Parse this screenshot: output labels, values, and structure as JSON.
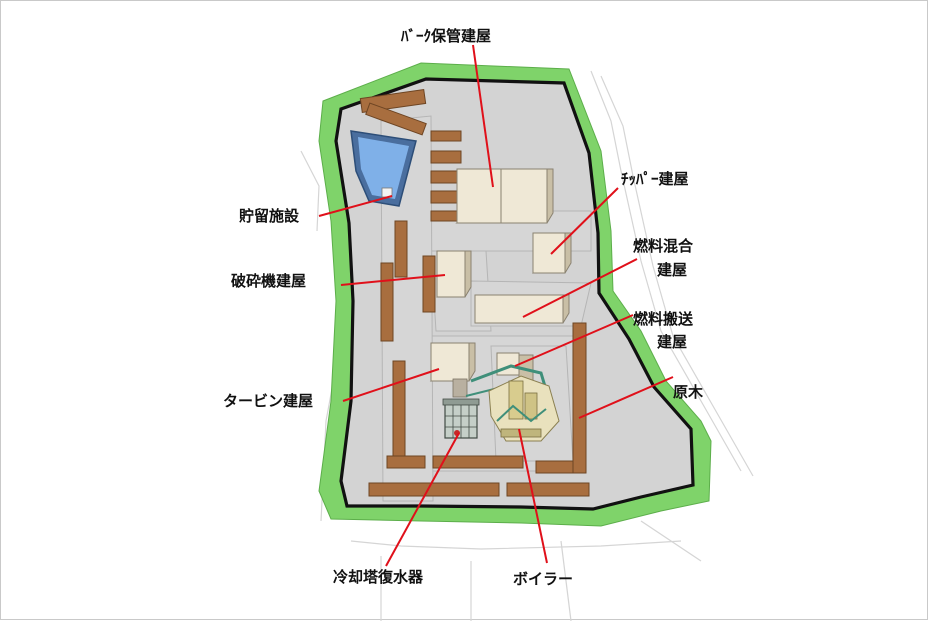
{
  "labels": {
    "bark_storage": "ﾊﾞｰｸ保管建屋",
    "chipper": "ﾁｯﾊﾟｰ建屋",
    "fuel_mixing_1": "燃料混合",
    "fuel_mixing_2": "建屋",
    "fuel_transport_1": "燃料搬送",
    "fuel_transport_2": "建屋",
    "raw_wood": "原木",
    "storage_facility": "貯留施設",
    "crusher": "破砕機建屋",
    "turbine": "タービン建屋",
    "cooling_tower": "冷却塔復水器",
    "boiler": "ボイラー"
  },
  "colors": {
    "leader_line": "#e0101a",
    "site_boundary": "#111111",
    "green_belt": "#7fd36a",
    "site_ground": "#d3d3d3",
    "water": "#7fb0e8",
    "log_pile": "#a86e3f",
    "building": "#efe8d6"
  }
}
